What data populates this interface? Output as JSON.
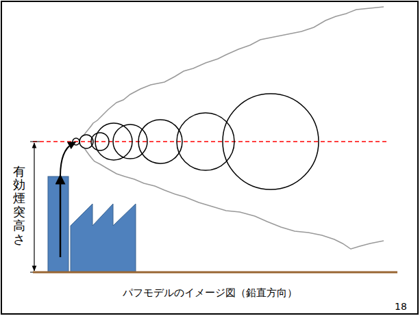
{
  "diagram": {
    "caption": "パフモデルのイメージ図（鉛直方向）",
    "labels": [
      "有効煙突高さ",
      "18"
    ]
  }
}
